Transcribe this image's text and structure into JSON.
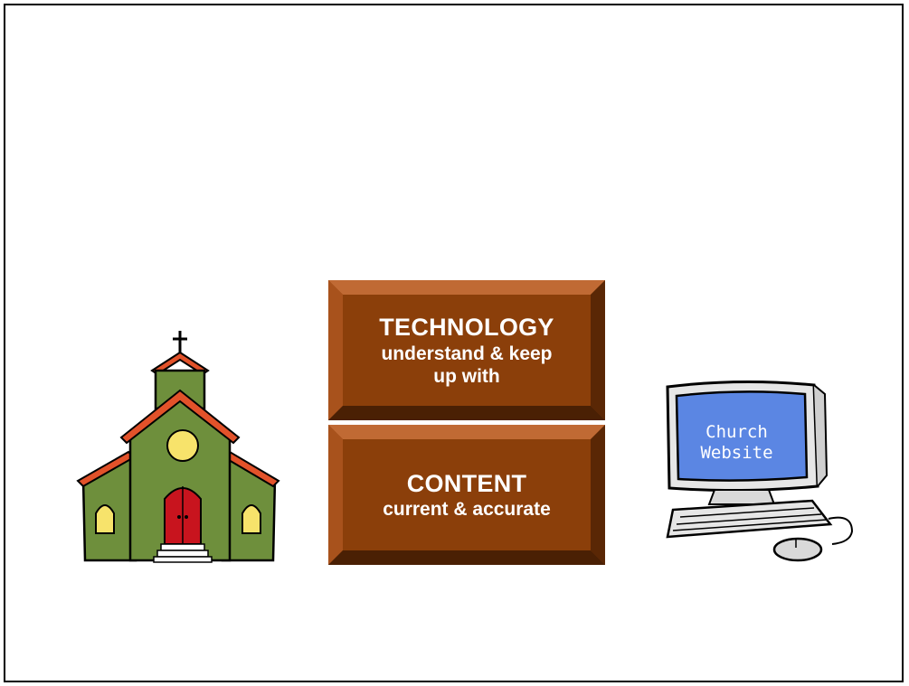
{
  "blocks": [
    {
      "heading": "TECHNOLOGY",
      "subtext": "understand & keep up with"
    },
    {
      "heading": "CONTENT",
      "subtext": "current & accurate"
    }
  ],
  "computer": {
    "screen_text": "Church Website"
  },
  "colors": {
    "block": "#8b3f0a",
    "church_wall": "#6e8f3c",
    "door": "#c8141e",
    "roof": "#e2522a",
    "window": "#f7e36b",
    "screen": "#5b86e3"
  },
  "icons": [
    "church-icon",
    "computer-icon"
  ]
}
